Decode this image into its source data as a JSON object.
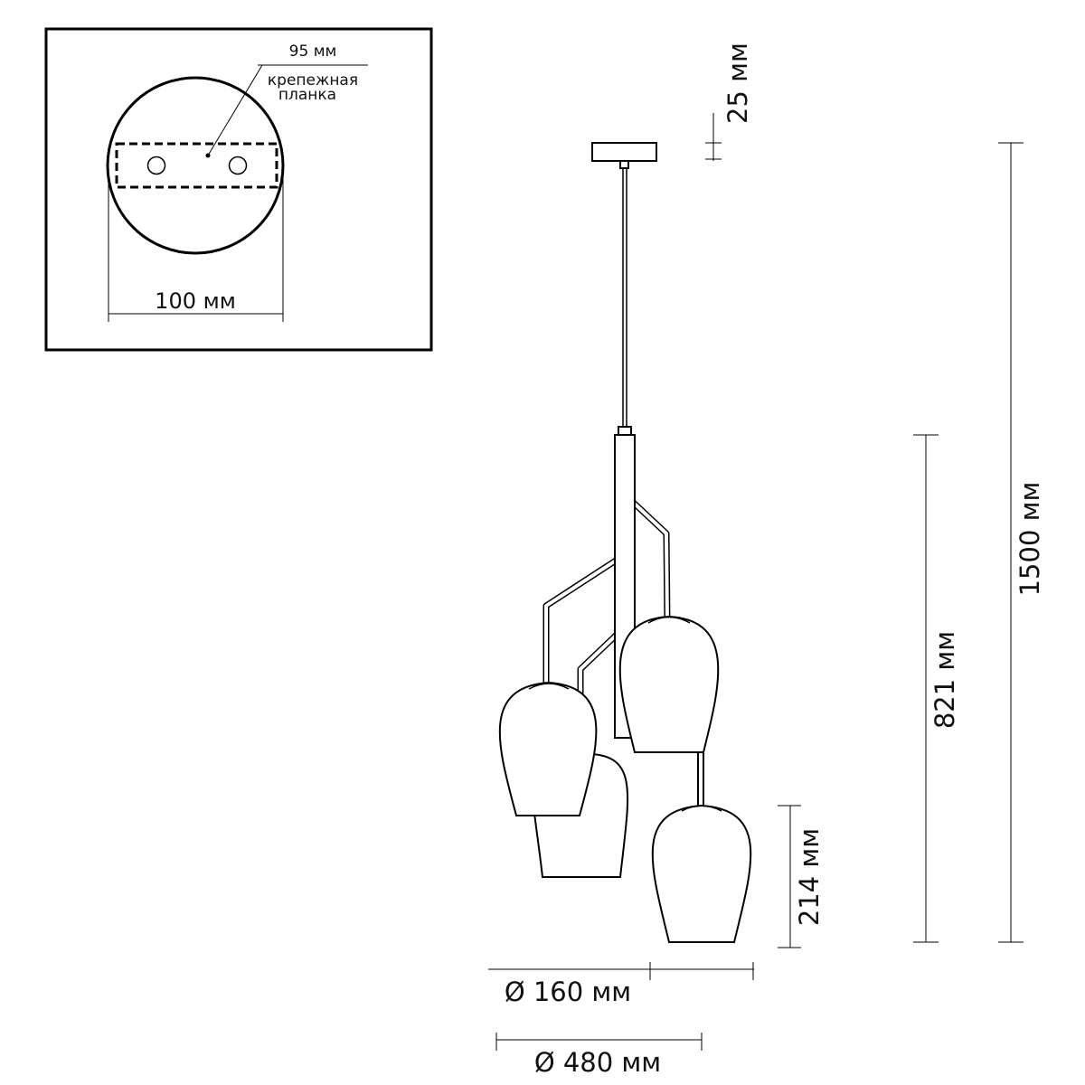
{
  "inset": {
    "width_label": "100 мм",
    "bar_length_label": "95 мм",
    "bar_name_line1": "крепежная",
    "bar_name_line2": "планка"
  },
  "dimensions": {
    "canopy_height": "25 мм",
    "total_height": "1500 мм",
    "body_height": "821 мм",
    "shade_height": "214 мм",
    "shade_diameter": "Ø 160 мм",
    "overall_diameter": "Ø 480 мм"
  }
}
